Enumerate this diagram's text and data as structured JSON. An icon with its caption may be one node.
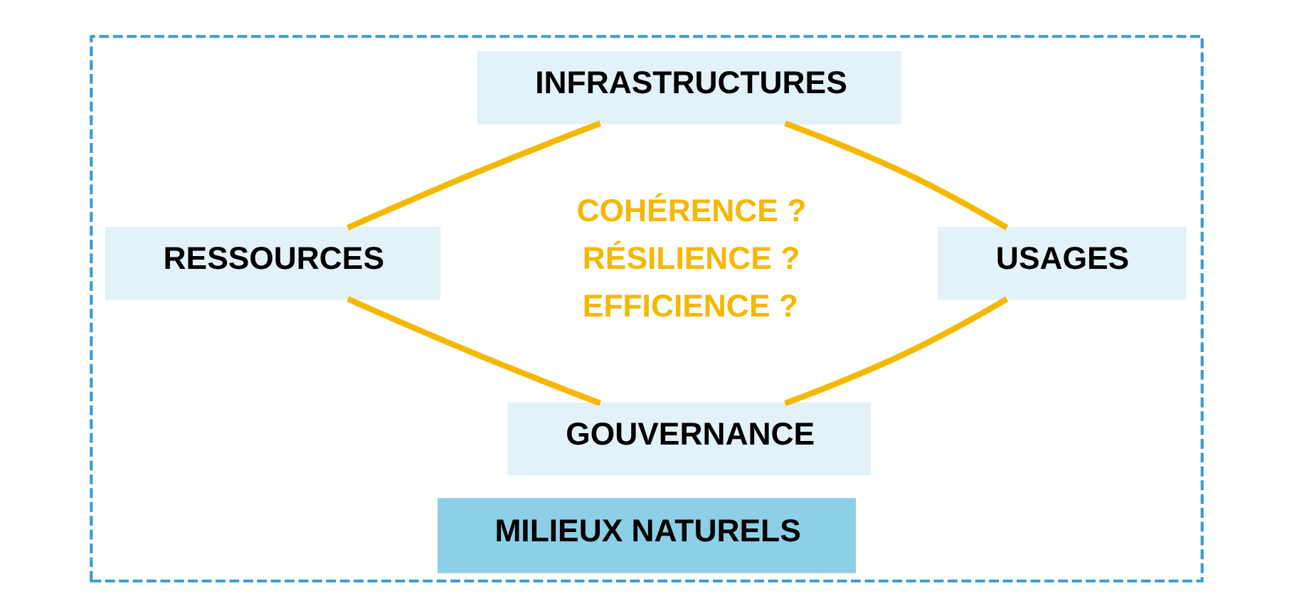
{
  "diagram": {
    "nodes": [
      {
        "text": [
          "MILIEUX NATURELS"
        ]
      },
      {
        "text": [
          "INFRASTRUCTURES"
        ],
        "in": 0
      },
      {
        "text": [
          "RESSOURCES"
        ],
        "in": 0
      },
      {
        "text": [
          "USAGES"
        ],
        "in": 0
      },
      {
        "text": [
          "GOUVERNANCE"
        ],
        "in": 0
      }
    ],
    "edges": [
      {
        "from": 1,
        "to": 2,
        "arrow": "none",
        "color": "#f5b800"
      },
      {
        "from": 1,
        "to": 3,
        "arrow": "none",
        "color": "#f5b800"
      },
      {
        "from": 2,
        "to": 4,
        "arrow": "none",
        "color": "#f5b800"
      },
      {
        "from": 3,
        "to": 4,
        "arrow": "none",
        "color": "#f5b800"
      }
    ],
    "labels": [
      "COHÉRENCE ?",
      "RÉSILIENCE ?",
      "EFFICIENCE ?"
    ]
  }
}
